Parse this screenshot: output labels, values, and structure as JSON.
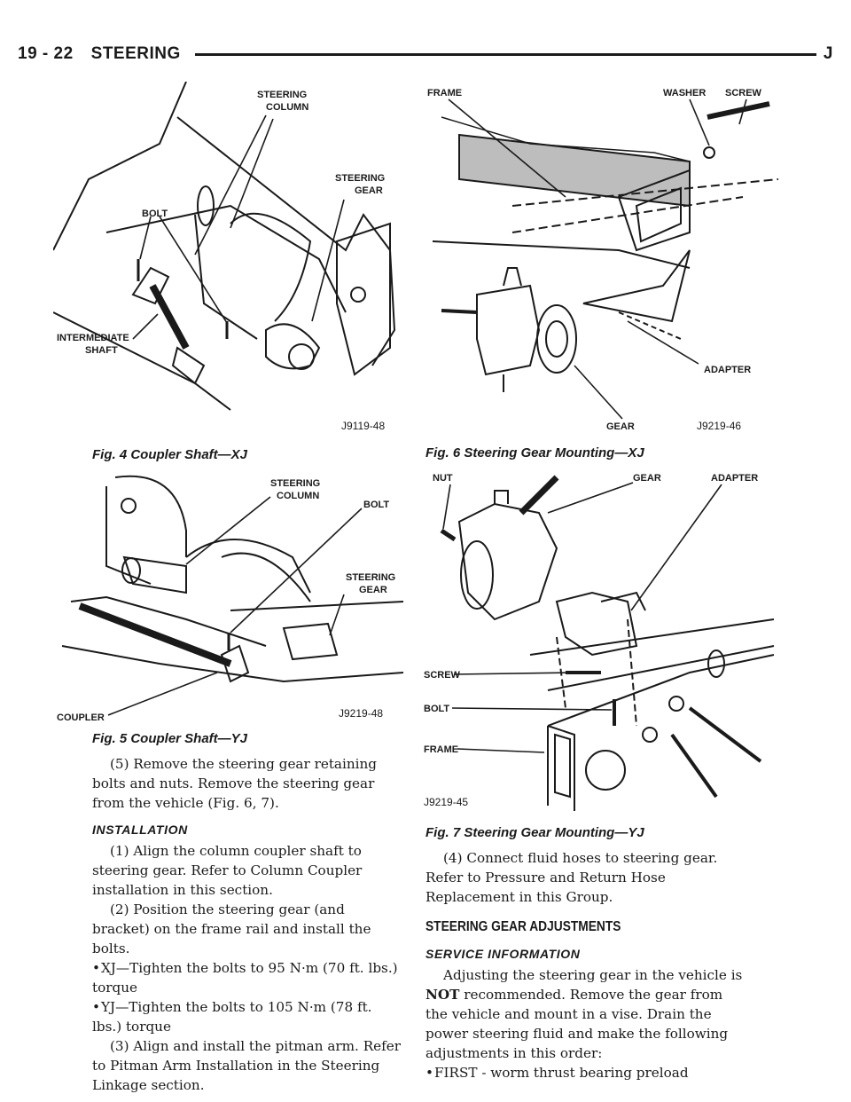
{
  "header": {
    "page": "19 - 22",
    "title": "STEERING",
    "letter": "J"
  },
  "figures": {
    "fig4": {
      "caption": "Fig. 4 Coupler Shaft—XJ",
      "code": "J9119-48",
      "labels": {
        "steering_column_1": "STEERING",
        "steering_column_2": "COLUMN",
        "steering_gear_1": "STEERING",
        "steering_gear_2": "GEAR",
        "bolt": "BOLT",
        "intermediate_1": "INTERMEDIATE",
        "intermediate_2": "SHAFT"
      }
    },
    "fig5": {
      "caption": "Fig. 5 Coupler Shaft—YJ",
      "code": "J9219-48",
      "labels": {
        "steering_column_1": "STEERING",
        "steering_column_2": "COLUMN",
        "bolt": "BOLT",
        "steering_gear_1": "STEERING",
        "steering_gear_2": "GEAR",
        "coupler": "COUPLER"
      }
    },
    "fig6": {
      "caption": "Fig. 6 Steering Gear Mounting—XJ",
      "code": "J9219-46",
      "labels": {
        "frame": "FRAME",
        "washer": "WASHER",
        "screw": "SCREW",
        "adapter": "ADAPTER",
        "gear": "GEAR"
      }
    },
    "fig7": {
      "caption": "Fig. 7 Steering Gear Mounting—YJ",
      "code": "J9219-45",
      "labels": {
        "nut": "NUT",
        "gear": "GEAR",
        "adapter": "ADAPTER",
        "screw": "SCREW",
        "bolt": "BOLT",
        "frame": "FRAME"
      }
    }
  },
  "left_column": {
    "para_5": "(5) Remove the steering gear retaining bolts and nuts. Remove the steering gear from the vehicle (Fig. 6, 7).",
    "installation_heading": "INSTALLATION",
    "step_1": "(1) Align the column coupler shaft to steering gear. Refer to Column Coupler installation in this section.",
    "step_2": "(2) Position the steering gear (and bracket) on the frame rail and install the bolts.",
    "bullet_dot": "•",
    "bullet_xj": "XJ—Tighten the bolts to 95 N·m (70 ft. lbs.) torque",
    "bullet_yj": "YJ—Tighten the bolts to 105 N·m (78 ft. lbs.) torque",
    "step_3": "(3) Align and install the pitman arm. Refer to Pitman Arm Installation in the Steering Linkage section."
  },
  "right_column": {
    "step_4": "(4) Connect fluid hoses to steering gear. Refer to Pressure and Return Hose Replacement in this Group.",
    "adjustments_heading": "STEERING GEAR ADJUSTMENTS",
    "service_heading": "SERVICE INFORMATION",
    "service_pre": "Adjusting the steering gear in the vehicle is ",
    "service_not": "NOT",
    "service_post": " recommended. Remove the gear from the vehicle and mount in a vise. Drain the power steering fluid and make the following adjustments in this order:",
    "bullet_dot": "•",
    "bullet_first": "FIRST - worm thrust bearing preload"
  }
}
